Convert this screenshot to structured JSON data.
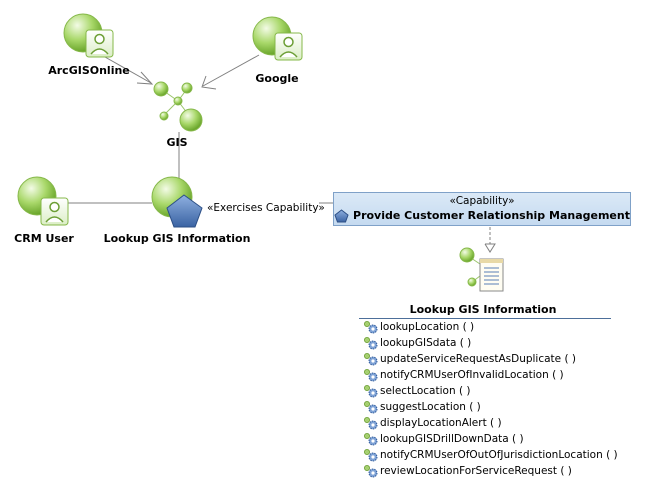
{
  "actors": {
    "arcgis": {
      "label": "ArcGISOnline"
    },
    "google": {
      "label": "Google"
    },
    "crm_user": {
      "label": "CRM User"
    }
  },
  "gis_component": {
    "label": "GIS"
  },
  "use_case": {
    "label": "Lookup GIS Information"
  },
  "connector": {
    "label": "«Exercises Capability»"
  },
  "capability": {
    "stereotype": "«Capability»",
    "name": "Provide Customer Relationship Management"
  },
  "interface_class": {
    "name": "Lookup GIS Information",
    "operations": [
      "lookupLocation ( )",
      "lookupGISdata ( )",
      "updateServiceRequestAsDuplicate ( )",
      "notifyCRMUserOfInvalidLocation ( )",
      "selectLocation ( )",
      "suggestLocation ( )",
      "displayLocationAlert ( )",
      "lookupGISDrillDownData ( )",
      "notifyCRMUserOfOutOfJurisdictionLocation ( )",
      "reviewLocationForServiceRequest ( )"
    ]
  },
  "colors": {
    "actor_green": "#8cc63f",
    "capability_fill": "#cfe0f3",
    "capability_border": "#7fa1c8",
    "use_case_pentagon": "#4e78b5",
    "line": "#808080"
  }
}
